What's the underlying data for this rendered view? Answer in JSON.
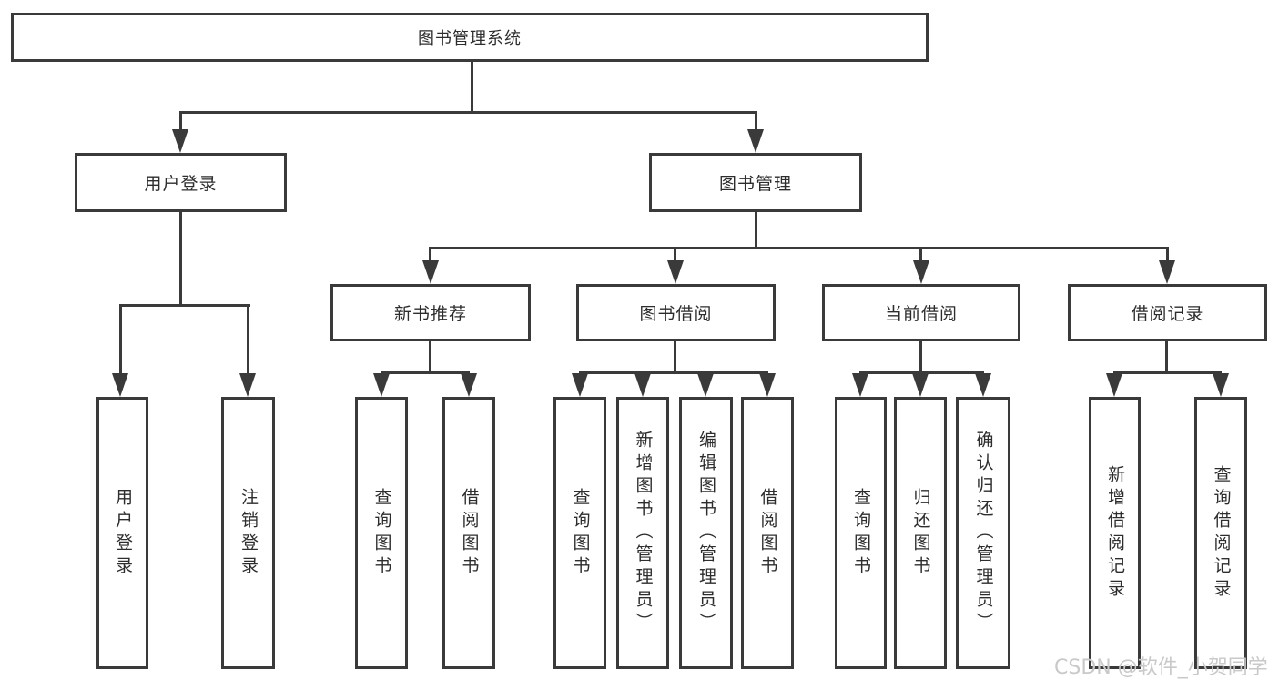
{
  "diagram": {
    "root": {
      "label": "图书管理系统"
    },
    "level2": [
      {
        "label": "用户登录"
      },
      {
        "label": "图书管理"
      }
    ],
    "level3": [
      {
        "label": "新书推荐"
      },
      {
        "label": "图书借阅"
      },
      {
        "label": "当前借阅"
      },
      {
        "label": "借阅记录"
      }
    ],
    "leaves": {
      "user_login": [
        {
          "label": "用户登录"
        },
        {
          "label": "注销登录"
        }
      ],
      "new_books": [
        {
          "label": "查询图书"
        },
        {
          "label": "借阅图书"
        }
      ],
      "book_borrowing": [
        {
          "label": "查询图书"
        },
        {
          "label": "新增图书（管理员）"
        },
        {
          "label": "编辑图书（管理员）"
        },
        {
          "label": "借阅图书"
        }
      ],
      "current_borrowing": [
        {
          "label": "查询图书"
        },
        {
          "label": "归还图书"
        },
        {
          "label": "确认归还（管理员）"
        }
      ],
      "borrowing_records": [
        {
          "label": "新增借阅记录"
        },
        {
          "label": "查询借阅记录"
        }
      ]
    }
  },
  "watermark": {
    "text": "CSDN @软件_小贺同学"
  },
  "colors": {
    "line": "#3a3a3a",
    "text": "#2d2d2d",
    "background": "#ffffff",
    "watermark": "#c9c9c9"
  }
}
